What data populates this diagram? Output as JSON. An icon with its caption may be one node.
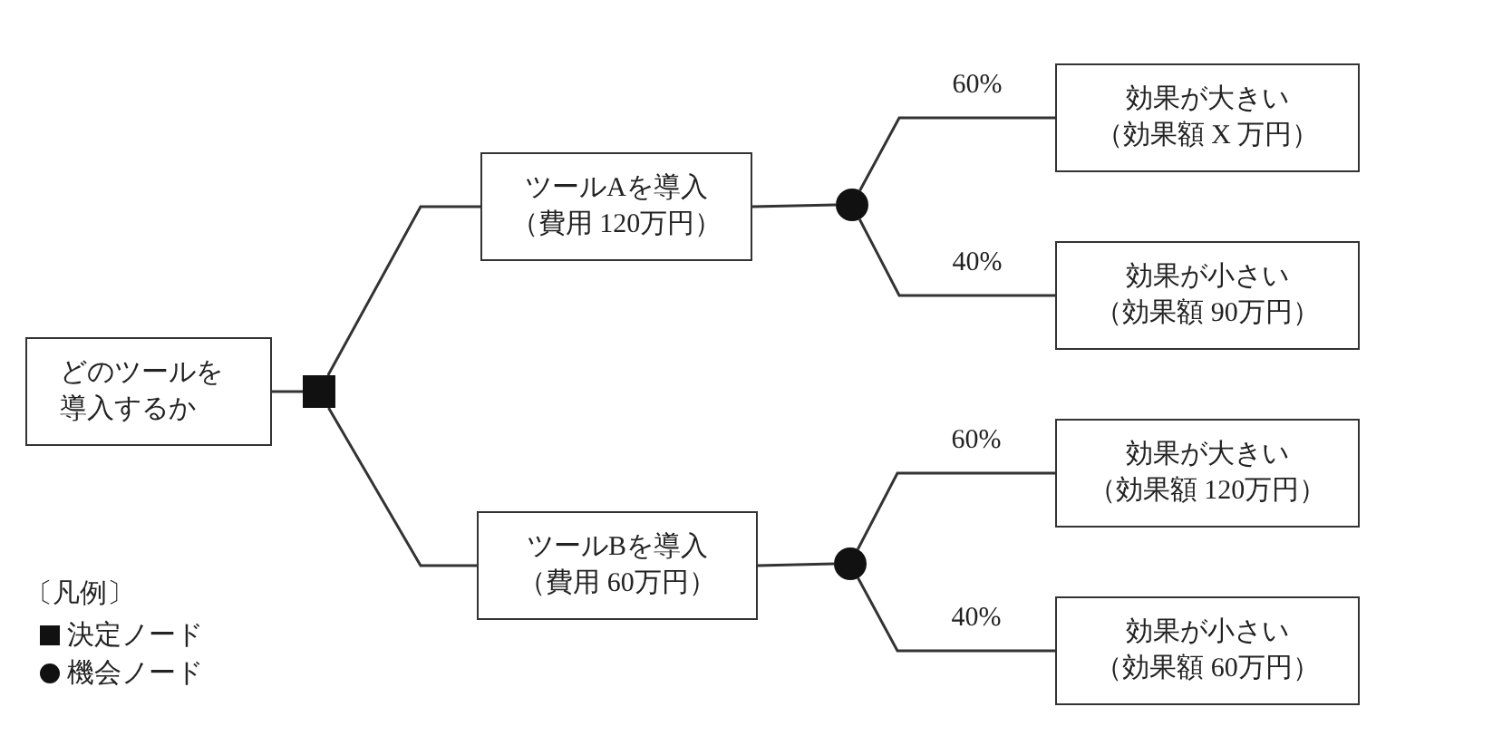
{
  "diagram": {
    "nodes": [
      {
        "text": [
          "どのツールを導入するか"
        ]
      },
      {
        "text": [],
        "shape": "box"
      },
      {
        "text": [
          "ツールAを導入",
          "（費用 120万円）"
        ]
      },
      {
        "text": [],
        "shape": "circle"
      },
      {
        "text": [
          "効果が大きい",
          "（効果額 X 万円）"
        ]
      },
      {
        "text": [
          "効果が小さい",
          "（効果額 90万円）"
        ]
      },
      {
        "text": [
          "ツールBを導入",
          "（費用 60万円）"
        ]
      },
      {
        "text": [],
        "shape": "circle"
      },
      {
        "text": [
          "効果が大きい",
          "（効果額 120万円）"
        ]
      },
      {
        "text": [
          "効果が小さい",
          "（効果額 60万円）"
        ]
      }
    ],
    "edges": [
      {
        "from": 0,
        "to": 1,
        "arrow": "none"
      },
      {
        "from": 1,
        "to": 2,
        "arrow": "none"
      },
      {
        "from": 1,
        "to": 6,
        "arrow": "none"
      },
      {
        "from": 2,
        "to": 3,
        "arrow": "none"
      },
      {
        "from": 3,
        "to": 4,
        "arrow": "none",
        "label": "60%"
      },
      {
        "from": 3,
        "to": 5,
        "arrow": "none",
        "label": "40%"
      },
      {
        "from": 6,
        "to": 7,
        "arrow": "none"
      },
      {
        "from": 7,
        "to": 8,
        "arrow": "none",
        "label": "60%"
      },
      {
        "from": 7,
        "to": 9,
        "arrow": "none",
        "label": "40%"
      }
    ],
    "labels": [
      "〔凡例〕"
    ],
    "legend": [
      {
        "text": "決定ノード"
      },
      {
        "text": "機会ノード"
      }
    ]
  }
}
